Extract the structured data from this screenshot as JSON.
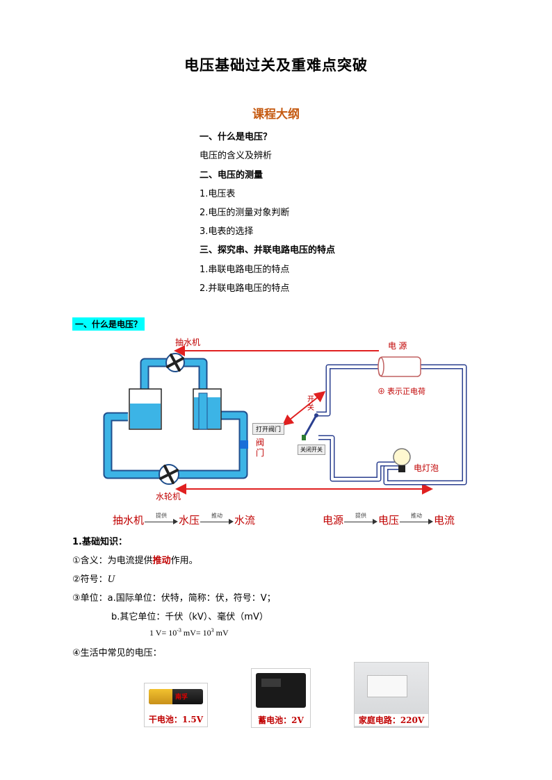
{
  "title": "电压基础过关及重难点突破",
  "outline": {
    "heading": "课程大纲",
    "items": [
      {
        "text": "一、什么是电压？",
        "bold": true
      },
      {
        "text": "电压的含义及辨析",
        "bold": false
      },
      {
        "text": "二、电压的测量",
        "bold": true
      },
      {
        "text": "1.电压表",
        "bold": false
      },
      {
        "text": "2.电压的测量对象判断",
        "bold": false
      },
      {
        "text": "3.电表的选择",
        "bold": false
      },
      {
        "text": "三、探究串、并联电路电压的特点",
        "bold": true
      },
      {
        "text": "1.串联电路电压的特点",
        "bold": false
      },
      {
        "text": "2.并联电路电压的特点",
        "bold": false
      }
    ]
  },
  "section1": {
    "heading": "一、什么是电压？"
  },
  "diagram": {
    "pump_label": "抽水机",
    "turbine_label": "水轮机",
    "valve_button": "打开阀门",
    "valve_label_1": "阀",
    "valve_label_2": "门",
    "source_label": "电  源",
    "charge_label": "⊕ 表示正电荷",
    "switch_label_1": "开",
    "switch_label_2": "关",
    "switch_button": "关闭开关",
    "bulb_label": "电灯泡",
    "colors": {
      "water": "#3cb4e6",
      "pipe_border": "#1f4e8c",
      "arrow": "#e02020",
      "wire": "#2a3f8f"
    }
  },
  "analogy": {
    "left": {
      "a": "抽水机",
      "b": "水压",
      "c": "水流",
      "l1": "提供",
      "l2": "推动"
    },
    "right": {
      "a": "电源",
      "b": "电压",
      "c": "电流",
      "l1": "提供",
      "l2": "推动"
    }
  },
  "basics": {
    "heading": "1.基础知识：",
    "meaning_pre": "①含义：为电流提供",
    "meaning_em": "推动",
    "meaning_post": "作用。",
    "symbol_pre": "②符号：",
    "symbol": "U",
    "unit_a": "③单位：a.国际单位：伏特，简称：伏，符号：V；",
    "unit_b": "b.其它单位：千伏（kV）、毫伏（mV）",
    "conv_1": "1 V= 10",
    "conv_exp1": "-3",
    "conv_2": " mV= 10",
    "conv_exp2": "3",
    "conv_3": " mV",
    "common": "④生活中常见的电压："
  },
  "examples": [
    {
      "caption": "干电池：1.5V",
      "brand": "南孚",
      "icon": "dry-battery"
    },
    {
      "caption": "蓄电池：2V",
      "icon": "lead-acid-battery"
    },
    {
      "caption": "家庭电路：220V",
      "icon": "wall-socket"
    }
  ]
}
